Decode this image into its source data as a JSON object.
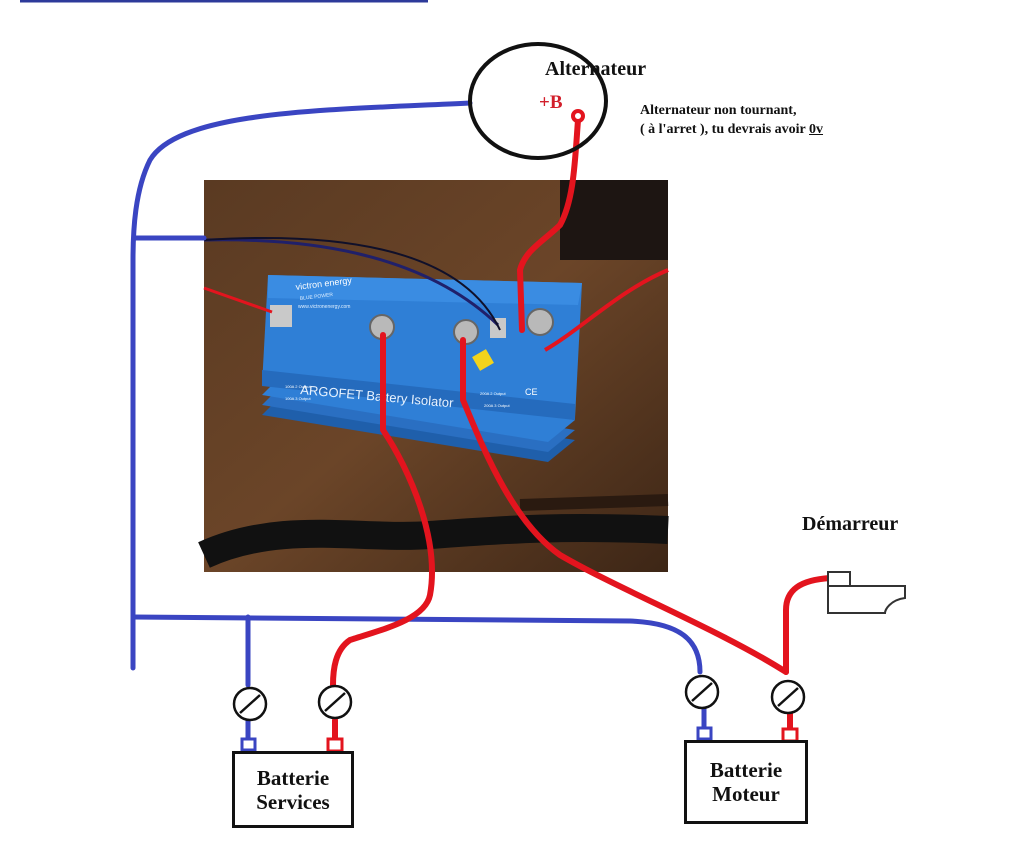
{
  "alternator": {
    "title": "Alternateur",
    "terminal": "+B"
  },
  "note": {
    "line1": "Alternateur non tournant,",
    "line2_prefix": "( à l'arret ), tu devrais avoir ",
    "line2_value": "0v"
  },
  "starter": {
    "label": "Démarreur"
  },
  "battery_services": {
    "line1": "Batterie",
    "line2": "Services"
  },
  "battery_engine": {
    "line1": "Batterie",
    "line2": "Moteur"
  },
  "photo": {
    "brand": "victron energy",
    "brand_sub": "BLUE POWER",
    "website": "www.victronenergy.com",
    "product": "ARGOFET Battery Isolator",
    "output_marks": [
      "100A 2 Output",
      "100A 3 Output",
      "200A 2 Output",
      "200A 3 Output"
    ],
    "cert_mark": "CE"
  },
  "colors": {
    "negative_wire": "#3a45c2",
    "positive_wire": "#e3141e",
    "isolator": "#2f7fd6"
  }
}
